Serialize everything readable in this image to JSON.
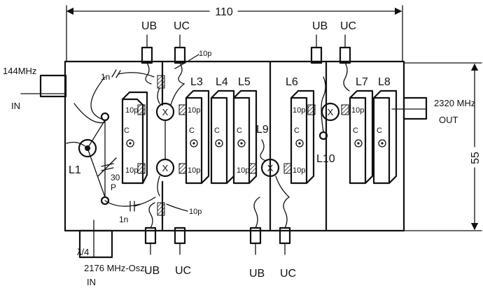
{
  "dimensions": {
    "width": "110",
    "height": "55"
  },
  "labels": {
    "ub": "UB",
    "uc": "UC",
    "cap_10p": "10p",
    "cap_1n": "1n",
    "trim_30": "30",
    "trim_p": "P",
    "lambda_quarter": "λ/4",
    "c_mark": "C",
    "mixer": "X"
  },
  "inductors": {
    "l1": "L1",
    "l3": "L3",
    "l4": "L4",
    "l5": "L5",
    "l6": "L6",
    "l7": "L7",
    "l8": "L8",
    "l9": "L9",
    "l10": "L10"
  },
  "ports": {
    "input_freq": "144MHz",
    "input_dir": "IN",
    "output_freq": "2320 MHz",
    "output_dir": "OUT",
    "osc_freq": "2176 MHz-Osz.",
    "osc_dir": "IN"
  },
  "icons": [
    "mixer-diode-icon",
    "bnc-connector-icon",
    "feedthrough-icon",
    "coil-icon",
    "trimmer-capacitor-icon"
  ]
}
